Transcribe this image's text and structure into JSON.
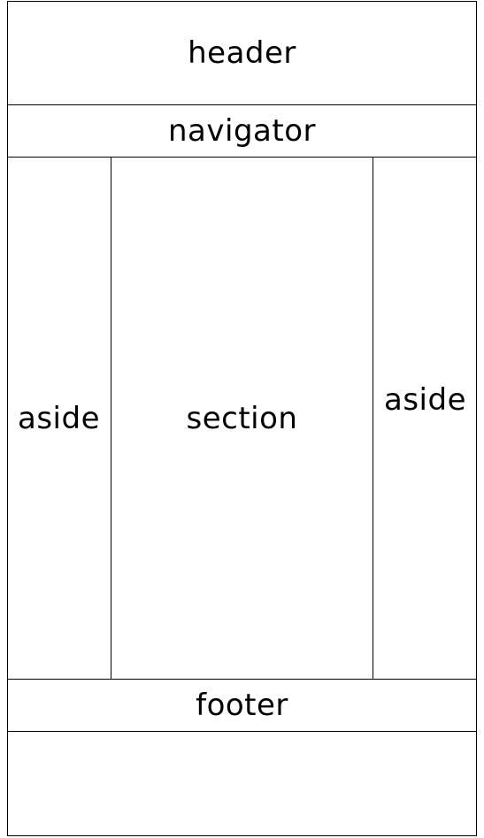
{
  "regions": {
    "header": "header",
    "navigator": "navigator",
    "aside_left": "aside",
    "section": "section",
    "aside_right": "aside",
    "footer": "footer"
  }
}
